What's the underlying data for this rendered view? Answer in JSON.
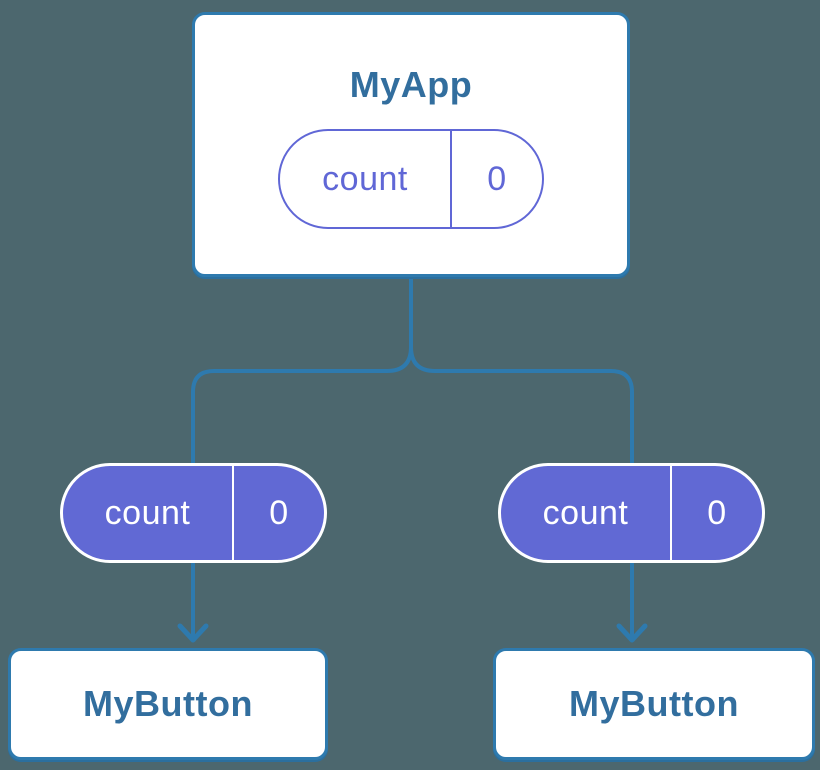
{
  "colors": {
    "background": "#4C676E",
    "connector_blue": "#2E7AAE",
    "node_title_blue": "#326E9E",
    "state_purple_fill": "#6169D4",
    "state_purple_outline": "#6067D6",
    "card_background": "#FFFFFF",
    "state_text_on_purple": "#FFFFFF"
  },
  "tree": {
    "root": {
      "label": "MyApp",
      "state": {
        "name": "count",
        "value": "0",
        "style": "outline"
      }
    },
    "children": [
      {
        "label": "MyButton",
        "state": {
          "name": "count",
          "value": "0",
          "style": "solid"
        }
      },
      {
        "label": "MyButton",
        "state": {
          "name": "count",
          "value": "0",
          "style": "solid"
        }
      }
    ]
  }
}
